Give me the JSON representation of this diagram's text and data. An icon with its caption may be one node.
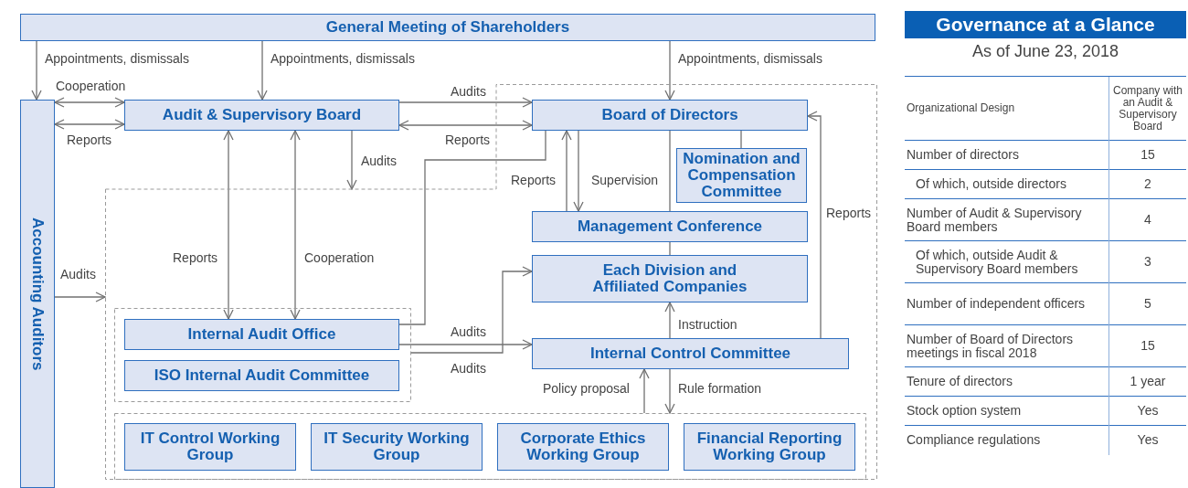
{
  "diagram": {
    "title": "Governance at a Glance",
    "nodes": [
      {
        "text": [
          "General Meeting of Shareholders"
        ]
      },
      {
        "text": [
          "Accounting Auditors"
        ]
      },
      {
        "text": [
          "Audit & Supervisory Board"
        ]
      },
      {
        "text": [],
        "shape": "box"
      },
      {
        "text": [
          "Board of Directors"
        ],
        "in": 3
      },
      {
        "text": [
          "Nomination and Compensation Committee"
        ],
        "in": 3
      },
      {
        "text": [
          "Management Conference"
        ],
        "in": 3
      },
      {
        "text": [
          "Each Division and Affiliated Companies"
        ],
        "in": 3
      },
      {
        "text": [],
        "shape": "box",
        "in": 3
      },
      {
        "text": [
          "Internal Audit Office"
        ],
        "in": 8
      },
      {
        "text": [
          "ISO Internal Audit Committee"
        ],
        "in": 8
      },
      {
        "text": [
          "Internal Control Committee"
        ],
        "in": 3
      },
      {
        "text": [],
        "shape": "box",
        "in": 3
      },
      {
        "text": [
          "IT Control Working Group"
        ],
        "in": 12
      },
      {
        "text": [
          "IT Security Working Group"
        ],
        "in": 12
      },
      {
        "text": [
          "Corporate Ethics Working Group"
        ],
        "in": 12
      },
      {
        "text": [
          "Financial Reporting Working Group"
        ],
        "in": 12
      }
    ],
    "edges": [
      {
        "from": 0,
        "to": 1,
        "arrow": "to",
        "label": "Appointments, dismissals"
      },
      {
        "from": 0,
        "to": 2,
        "arrow": "to",
        "label": "Appointments, dismissals"
      },
      {
        "from": 0,
        "to": 4,
        "arrow": "to",
        "label": "Appointments, dismissals"
      },
      {
        "from": 1,
        "to": 2,
        "arrow": "both",
        "label": "Cooperation"
      },
      {
        "from": 1,
        "to": 2,
        "arrow": "both",
        "label": "Reports"
      },
      {
        "from": 2,
        "to": 4,
        "arrow": "to",
        "label": "Audits"
      },
      {
        "from": 4,
        "to": 2,
        "arrow": "both",
        "label": "Reports"
      },
      {
        "from": 2,
        "to": 3,
        "arrow": "to",
        "label": "Audits"
      },
      {
        "from": 1,
        "to": 3,
        "arrow": "to",
        "label": "Audits"
      },
      {
        "from": 2,
        "to": 9,
        "arrow": "both",
        "label": "Reports"
      },
      {
        "from": 2,
        "to": 9,
        "arrow": "both",
        "label": "Cooperation"
      },
      {
        "from": 9,
        "to": 4,
        "arrow": "none"
      },
      {
        "from": 6,
        "to": 4,
        "arrow": "to",
        "label": "Reports"
      },
      {
        "from": 4,
        "to": 6,
        "arrow": "to",
        "label": "Supervision"
      },
      {
        "from": 4,
        "to": 6,
        "arrow": "none"
      },
      {
        "from": 4,
        "to": 5,
        "arrow": "none"
      },
      {
        "from": 6,
        "to": 7,
        "arrow": "none"
      },
      {
        "from": 9,
        "to": 11,
        "arrow": "to",
        "label": "Audits"
      },
      {
        "from": 8,
        "to": 7,
        "arrow": "to",
        "label": "Audits"
      },
      {
        "from": 11,
        "to": 7,
        "arrow": "to",
        "label": "Instruction"
      },
      {
        "from": 12,
        "to": 11,
        "arrow": "to",
        "label": "Policy proposal"
      },
      {
        "from": 11,
        "to": 12,
        "arrow": "to",
        "label": "Rule formation"
      },
      {
        "from": 11,
        "to": 4,
        "arrow": "to",
        "label": "Reports"
      }
    ],
    "labels": [
      "As of June 23, 2018",
      "Organizational Design",
      "Company with an Audit & Supervisory Board",
      "Number of directors",
      "15",
      "Of which, outside directors",
      "2",
      "Number of Audit & Supervisory Board members",
      "4",
      "Of which, outside Audit & Supervisory Board members",
      "3",
      "Number of independent officers",
      "5",
      "Number of Board of Directors meetings in fiscal 2018",
      "15",
      "Tenure of directors",
      "1 year",
      "Stock option system",
      "Yes",
      "Compliance regulations",
      "Yes"
    ]
  }
}
